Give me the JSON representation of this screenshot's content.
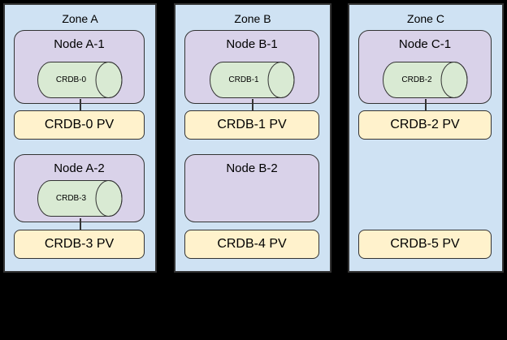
{
  "diagram": {
    "colors": {
      "background": "#000000",
      "zone_fill": "#cfe2f3",
      "zone_border": "#333333",
      "node_fill": "#d9d2e9",
      "pod_fill": "#d9ead3",
      "pv_fill": "#fff2cc",
      "shape_border": "#333333",
      "text": "#000000"
    }
  },
  "zones": [
    {
      "label": "Zone A",
      "node1": {
        "label": "Node A-1",
        "pod": "CRDB-0"
      },
      "pv1": "CRDB-0 PV",
      "node2": {
        "label": "Node A-2",
        "pod": "CRDB-3"
      },
      "pv2": "CRDB-3 PV"
    },
    {
      "label": "Zone B",
      "node1": {
        "label": "Node B-1",
        "pod": "CRDB-1"
      },
      "pv1": "CRDB-1 PV",
      "node2": {
        "label": "Node B-2"
      },
      "pv2": "CRDB-4 PV"
    },
    {
      "label": "Zone C",
      "node1": {
        "label": "Node C-1",
        "pod": "CRDB-2"
      },
      "pv1": "CRDB-2 PV",
      "pv2": "CRDB-5 PV"
    }
  ]
}
